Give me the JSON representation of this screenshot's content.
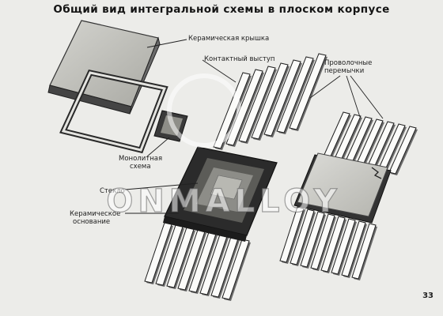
{
  "title": "Общий вид интегральной схемы в плоском корпусе",
  "labels": {
    "ceramic_lid": "Керамическая крышка",
    "contact_bump": "Контактный выступ",
    "wire_jumpers": [
      "Проволочные",
      "перемычки"
    ],
    "monolithic_circuit": [
      "Монолитная",
      "схема"
    ],
    "glass": "Стекло",
    "ceramic_base": [
      "Керамическое",
      "основание"
    ]
  },
  "watermark": "ONMALLOY",
  "page_number": "33",
  "colors": {
    "background": "#ecece9",
    "lead_light": "#ffffff",
    "lead_shadow": "#6b6b6b",
    "lid_top": "#b9b9b3",
    "base_dark": "#2a2a2a"
  }
}
